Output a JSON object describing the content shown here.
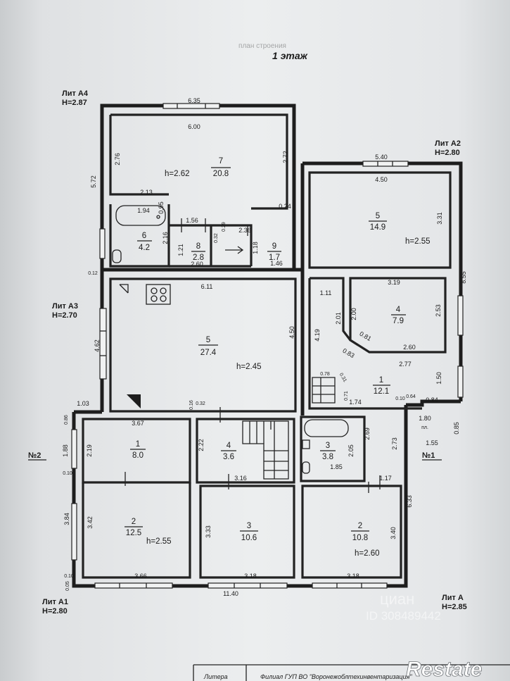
{
  "plan": {
    "title": "1 этаж",
    "faded_header": "план строения"
  },
  "blocks": {
    "a4": {
      "name": "Лит А4",
      "height": "H=2.87"
    },
    "a2": {
      "name": "Лит А2",
      "height": "H=2.80"
    },
    "a3": {
      "name": "Лит А3",
      "height": "H=2.70"
    },
    "a1": {
      "name": "Лит А1",
      "height": "H=2.80"
    },
    "a": {
      "name": "Лит А",
      "height": "H=2.85"
    }
  },
  "units": {
    "u2": "№2",
    "u1": "№1"
  },
  "rooms": [
    {
      "num": "7",
      "area": "20.8",
      "height": "h=2.62"
    },
    {
      "num": "6",
      "area": "4.2"
    },
    {
      "num": "8",
      "area": "2.8"
    },
    {
      "num": "9",
      "area": "1.7"
    },
    {
      "num": "5",
      "area": "27.4",
      "height": "h=2.45"
    },
    {
      "num": "5",
      "area": "14.9",
      "height": "h=2.55"
    },
    {
      "num": "4",
      "area": "7.9"
    },
    {
      "num": "1",
      "area": "12.1"
    },
    {
      "num": "1",
      "area": "8.0"
    },
    {
      "num": "4",
      "area": "3.6"
    },
    {
      "num": "3",
      "area": "3.8"
    },
    {
      "num": "2",
      "area": "12.5",
      "height": "h=2.55"
    },
    {
      "num": "3",
      "area": "10.6"
    },
    {
      "num": "2",
      "area": "10.8",
      "height": "h=2.60"
    }
  ],
  "dims": {
    "d635": "6.35",
    "d600": "6.00",
    "d276": "2.76",
    "d272": "2.72",
    "d572": "5.72",
    "d213": "2.13",
    "d194": "1.94",
    "d095": "0.95",
    "d024": "0.24",
    "d156": "1.56",
    "d216": "2.16",
    "d121": "1.21",
    "d032": "0.32",
    "d029": "0.29",
    "d236": "2.36",
    "d118": "1.18",
    "d146": "1.46",
    "d260": "2.60",
    "d012": "0.12",
    "d611": "6.11",
    "d540": "5.40",
    "d450": "4.50",
    "d331": "3.31",
    "d855": "8.55",
    "d319": "3.19",
    "d111": "1.11",
    "d201": "2.01",
    "d200": "2.00",
    "d253": "2.53",
    "d419": "4.19",
    "d081": "0.81",
    "d083": "0.83",
    "d260b": "2.60",
    "d277": "2.77",
    "d450v": "4.50",
    "d462": "4.62",
    "d078": "0.78",
    "d031": "0.31",
    "d071": "0.71",
    "d174": "1.74",
    "d150": "1.50",
    "d084": "0.84",
    "d064": "0.64",
    "d010": "0.10",
    "d180": "1.80",
    "d085": "0.85",
    "d155": "1.55",
    "d103": "1.03",
    "d016": "0.16",
    "d032b": "0.32",
    "d086": "0.86",
    "d367": "3.67",
    "d188": "1.88",
    "d219": "2.19",
    "d222": "2.22",
    "d269": "2.69",
    "d205": "2.05",
    "d273": "2.73",
    "d185": "1.85",
    "d117": "1.17",
    "d316": "3.16",
    "d010b": "0.10",
    "d384": "3.84",
    "d342": "3.42",
    "d333": "3.33",
    "d340": "3.40",
    "d633": "6.33",
    "d366": "3.66",
    "d318a": "3.18",
    "d318b": "3.18",
    "d1140": "11.40",
    "d010c": "0.10",
    "d005": "0.05",
    "d012b": "0.12",
    "pl": "пл."
  },
  "footer": {
    "col1": "Литера",
    "col2": "Филиал ГУП ВО \"Воронежоблтехинвентаризация\""
  },
  "watermark": {
    "brand": "циан",
    "id": "ID 308489442"
  },
  "logo": "Restate"
}
